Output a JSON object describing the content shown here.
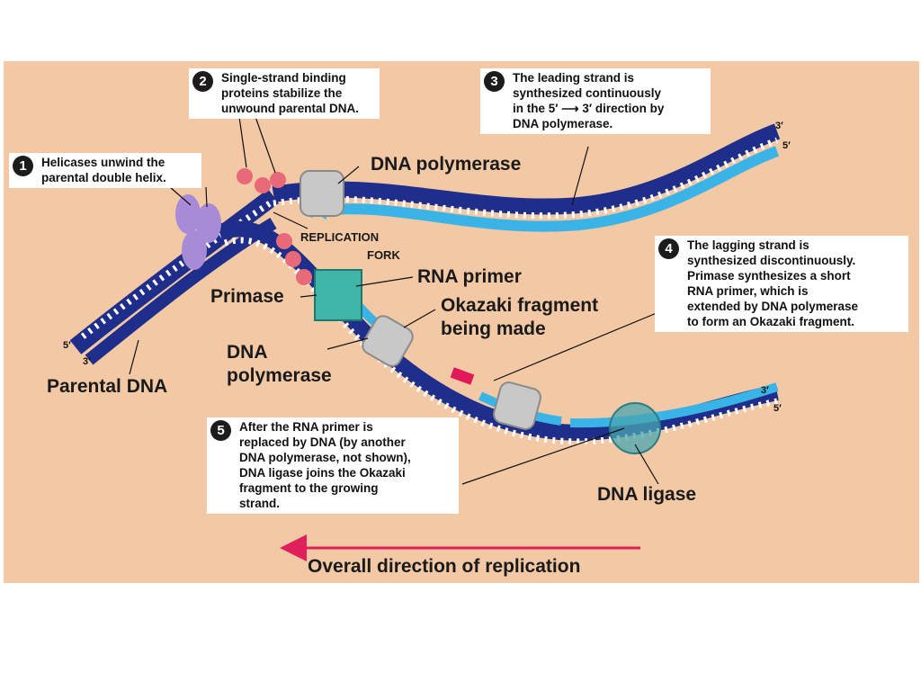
{
  "callouts": [
    {
      "number": "1",
      "lines": [
        "Helicases unwind the",
        "parental double helix."
      ]
    },
    {
      "number": "2",
      "lines": [
        "Single-strand binding",
        "proteins stabilize the",
        "unwound parental DNA."
      ]
    },
    {
      "number": "3",
      "lines": [
        "The leading strand is",
        "synthesized continuously",
        "in the 5′ ⟶ 3′ direction by",
        "DNA polymerase."
      ]
    },
    {
      "number": "4",
      "lines": [
        "The lagging strand is",
        "synthesized discontinuously.",
        "Primase synthesizes a short",
        "RNA primer, which is",
        "extended by DNA polymerase",
        "to form an Okazaki fragment."
      ]
    },
    {
      "number": "5",
      "lines": [
        "After the RNA primer is",
        "replaced by DNA (by another",
        "DNA polymerase, not shown),",
        "DNA ligase joins the Okazaki",
        "fragment to the growing",
        "strand."
      ]
    }
  ],
  "labels": {
    "dna_polymerase_top": "DNA polymerase",
    "replication": "REPLICATION",
    "fork": "FORK",
    "rna_primer": "RNA primer",
    "primase": "Primase",
    "okazaki_line1": "Okazaki fragment",
    "okazaki_line2": "being made",
    "dna_polymerase_line1": "DNA",
    "dna_polymerase_line2": "polymerase",
    "parental_dna": "Parental DNA",
    "dna_ligase": "DNA ligase",
    "overall_direction": "Overall direction of replication"
  },
  "strand_ends": {
    "top_right_3": "3′",
    "top_right_5": "5′",
    "left_5": "5′",
    "left_3": "3′",
    "bottom_right_3": "3′",
    "bottom_right_5": "5′"
  },
  "colors": {
    "background": "#f3c8a4",
    "parental_strand": "#1f2e8a",
    "new_strand": "#3ab4e6",
    "rna_primer": "#e01a58",
    "helicase": "#a78bd6",
    "ssb_protein": "#e86a78",
    "primase": "#3fb5a8",
    "dna_polymerase": "#c8c8c8",
    "dna_ligase": "#4aa6b0",
    "arrow": "#e0205a"
  }
}
